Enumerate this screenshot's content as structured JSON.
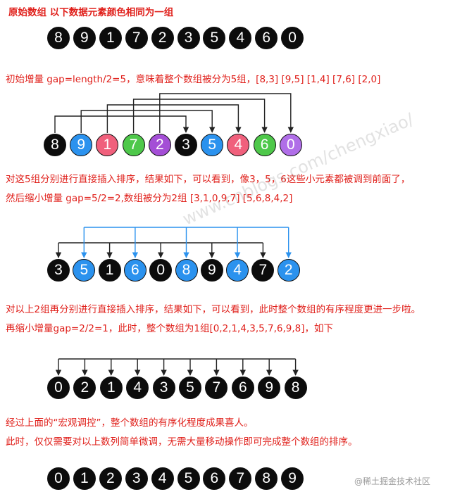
{
  "captions": {
    "original": "原始数组  以下数据元素颜色相同为一组",
    "step1": "初始增量 gap=length/2=5，意味着整个数组被分为5组，[8,3] [9,5] [1,4] [7,6] [2,0]",
    "step2_line1": "对这5组分别进行直接插入排序，结果如下，可以看到，像3，5，6这些小元素都被调到前面了，",
    "step2_line2": "然后缩小增量 gap=5/2=2,数组被分为2组 [3,1,0,9,7] [5,6,8,4,2]",
    "step3_line1": "对以上2组再分别进行直接插入排序，结果如下，可以看到，此时整个数组的有序程度更进一步啦。",
    "step3_line2": "再缩小增量gap=2/2=1，此时，整个数组为1组[0,2,1,4,3,5,7,6,9,8]，如下",
    "step4_line1": "经过上面的“宏观调控”，整个数组的有序化程度成果喜人。",
    "step4_line2": "此时，仅仅需要对以上数列简单微调，无需大量移动操作即可完成整个数组的排序。"
  },
  "colors": {
    "text": "#e0201b",
    "black": "#0c0c0c",
    "blue": "#2b92ee",
    "pink": "#f0607c",
    "green": "#4ec84a",
    "purple": "#a44ed6",
    "lavender": "#b06ee8",
    "arrow_black": "#222222",
    "arrow_blue": "#2b92ee"
  },
  "rows": [
    {
      "id": "original",
      "values": [
        8,
        9,
        1,
        7,
        2,
        3,
        5,
        4,
        6,
        0
      ],
      "colors": [
        "black",
        "black",
        "black",
        "black",
        "black",
        "black",
        "black",
        "black",
        "black",
        "black"
      ]
    },
    {
      "id": "gap5",
      "values": [
        8,
        9,
        1,
        7,
        2,
        3,
        5,
        4,
        6,
        0
      ],
      "colors": [
        "black",
        "blue",
        "pink",
        "green",
        "purple",
        "black",
        "blue",
        "pink",
        "green",
        "lavender"
      ]
    },
    {
      "id": "gap2",
      "values": [
        3,
        5,
        1,
        6,
        0,
        8,
        9,
        4,
        7,
        2
      ],
      "colors": [
        "black",
        "blue",
        "black",
        "blue",
        "black",
        "blue",
        "black",
        "blue",
        "black",
        "blue"
      ]
    },
    {
      "id": "gap1",
      "values": [
        0,
        2,
        1,
        4,
        3,
        5,
        7,
        6,
        9,
        8
      ],
      "colors": [
        "black",
        "black",
        "black",
        "black",
        "black",
        "black",
        "black",
        "black",
        "black",
        "black"
      ]
    },
    {
      "id": "sorted",
      "values": [
        0,
        1,
        2,
        3,
        4,
        5,
        6,
        7,
        8,
        9
      ],
      "colors": [
        "black",
        "black",
        "black",
        "black",
        "black",
        "black",
        "black",
        "black",
        "black",
        "black"
      ]
    }
  ],
  "watermark": "www.cnblogs.com/chengxiao/",
  "footer": "@稀土掘金技术社区",
  "footer_small": "掘金技术社区"
}
